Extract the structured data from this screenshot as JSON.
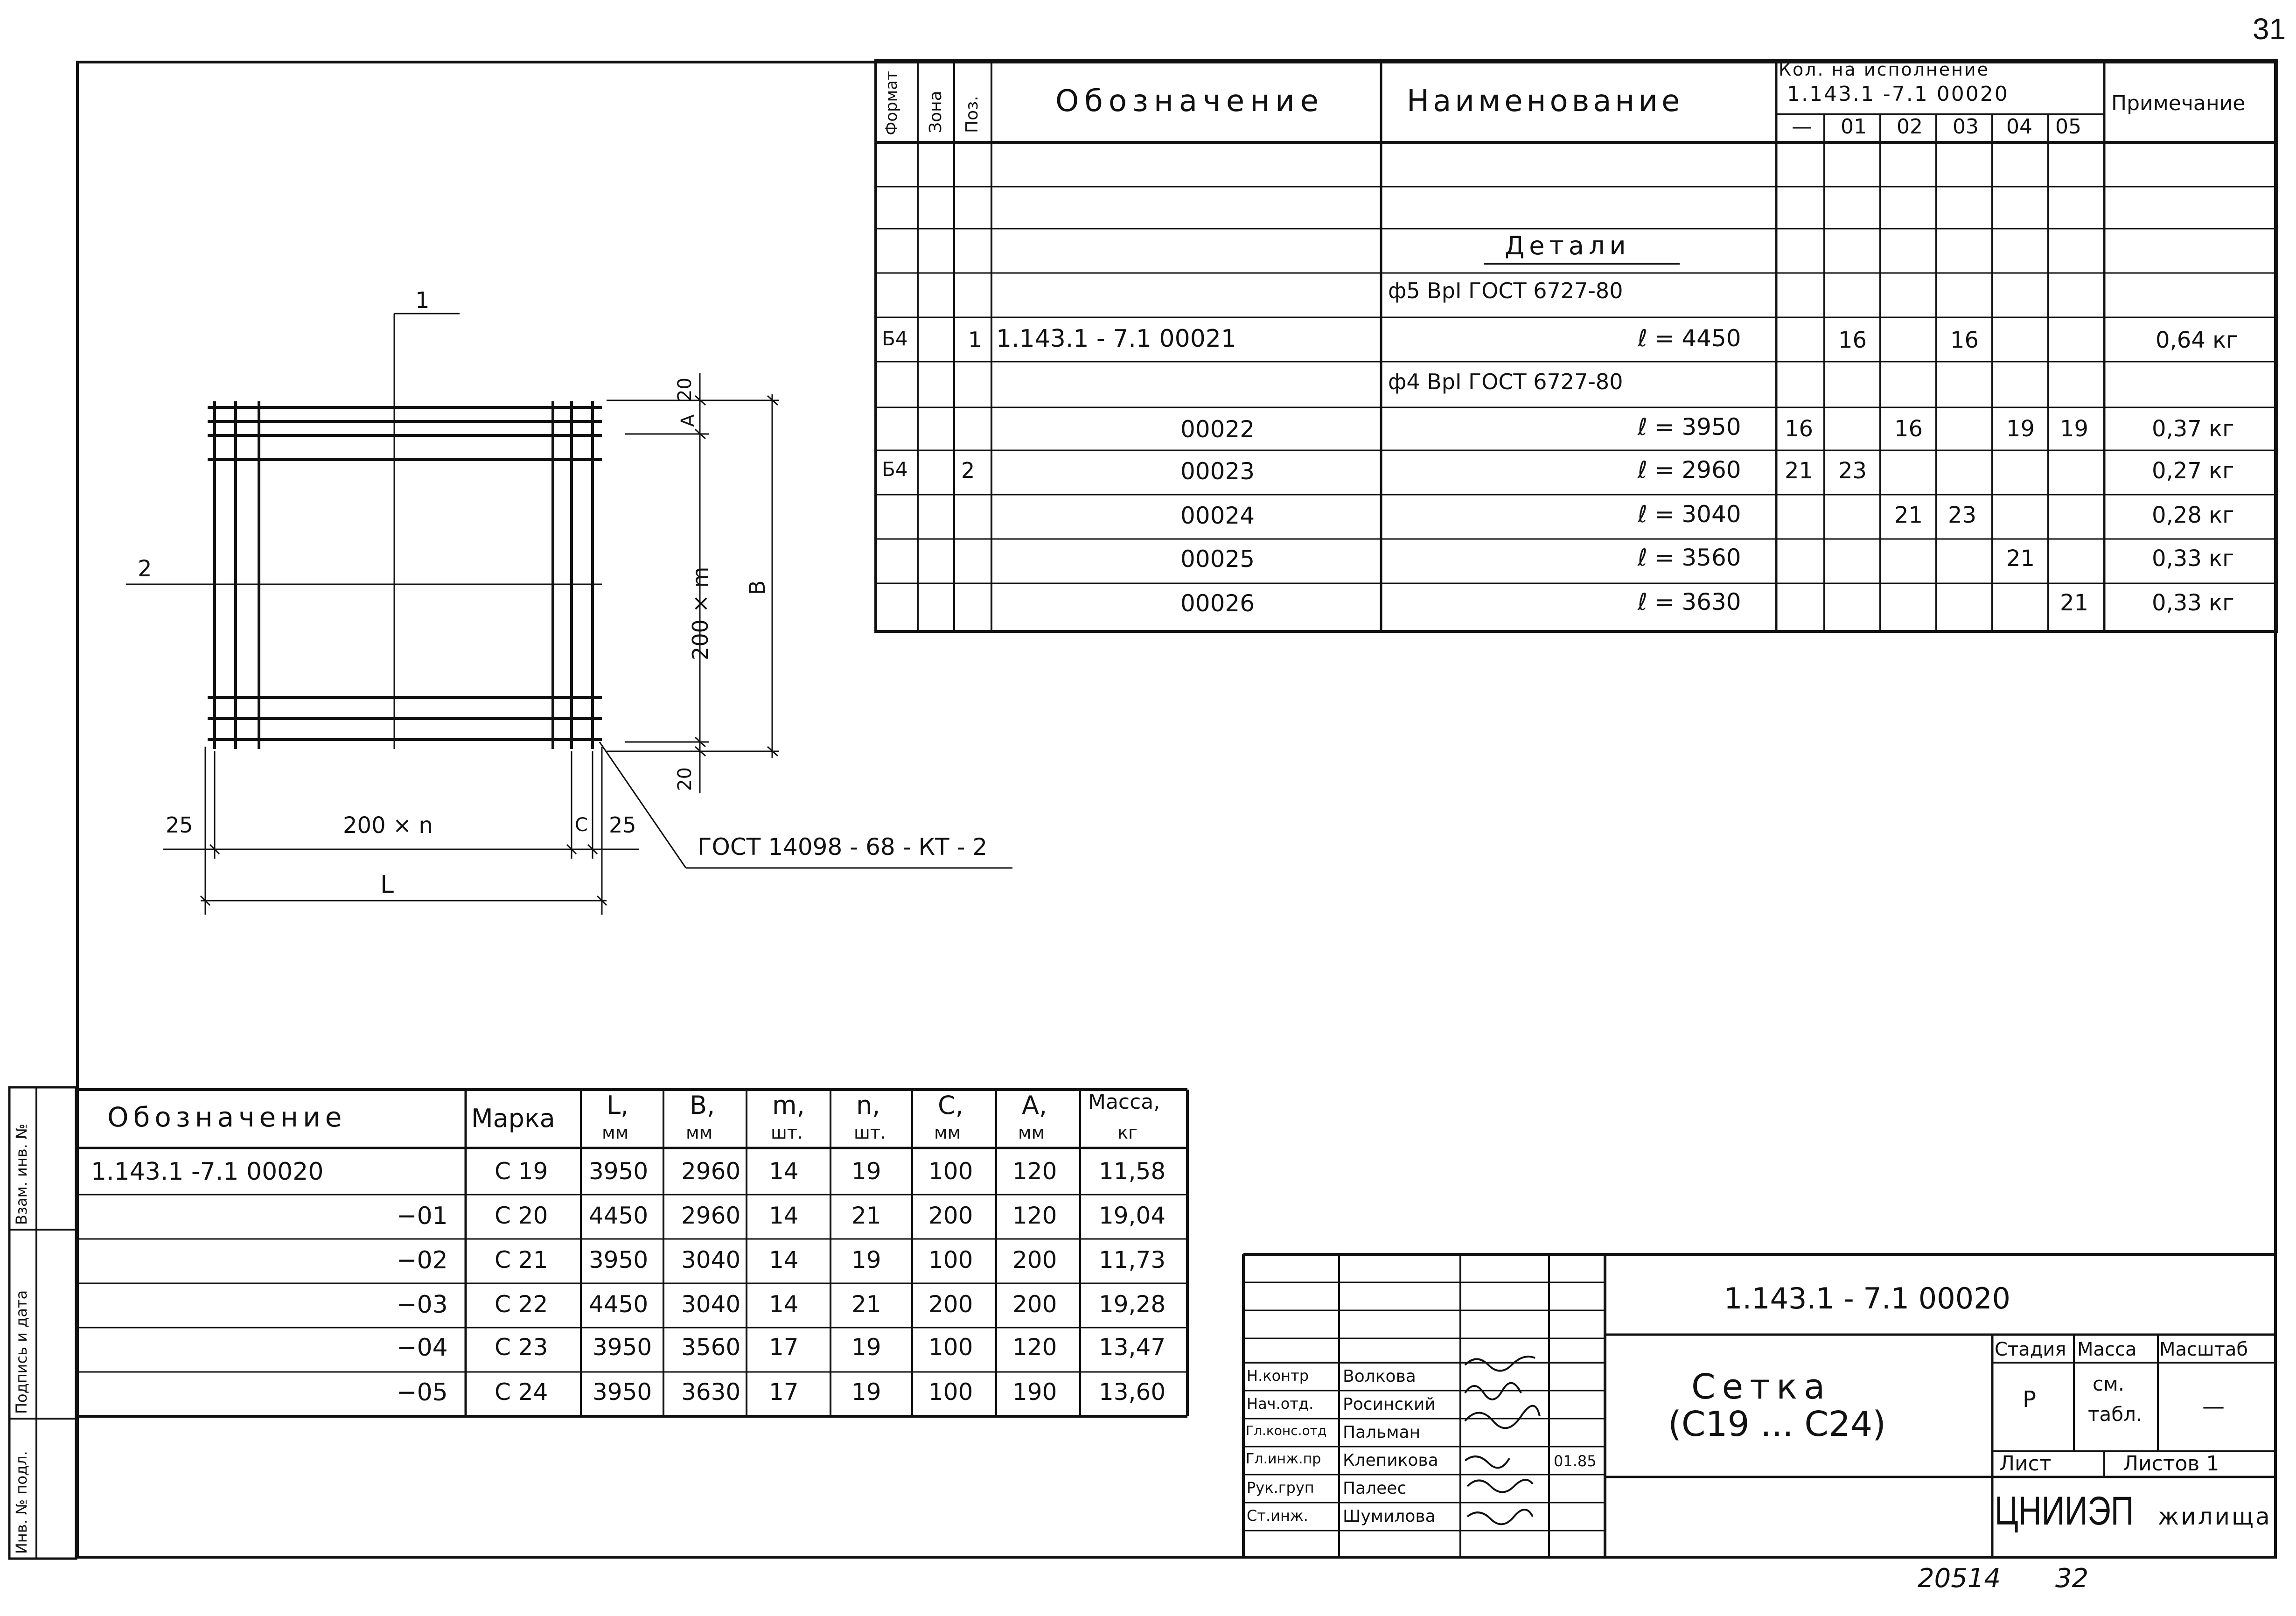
{
  "sheet_number": "31",
  "spec_table": {
    "headers": {
      "format": "Формат",
      "zone": "Зона",
      "pos": "Поз.",
      "designation": "Обозначение",
      "name": "Наименование",
      "qty_title_1": "Кол. на исполнение",
      "qty_title_2": "1.143.1 -7.1 00020",
      "note": "Примечание",
      "variants": [
        "—",
        "01",
        "02",
        "03",
        "04",
        "05"
      ]
    },
    "rows": [
      {
        "format": "",
        "pos": "",
        "designation": "",
        "name": "",
        "q": [
          "",
          "",
          "",
          "",
          "",
          ""
        ],
        "note": ""
      },
      {
        "format": "",
        "pos": "",
        "designation": "",
        "name": "",
        "q": [
          "",
          "",
          "",
          "",
          "",
          ""
        ],
        "note": ""
      },
      {
        "format": "",
        "pos": "",
        "designation": "",
        "name": "Детали",
        "q": [
          "",
          "",
          "",
          "",
          "",
          ""
        ],
        "note": ""
      },
      {
        "format": "",
        "pos": "",
        "designation": "",
        "name": "ф5 BpI ГОСТ 6727-80",
        "q": [
          "",
          "",
          "",
          "",
          "",
          ""
        ],
        "note": ""
      },
      {
        "format": "Б4",
        "pos": "1",
        "designation": "1.143.1 - 7.1 00021",
        "name": "ℓ = 4450",
        "q": [
          "",
          "16",
          "",
          "16",
          "",
          ""
        ],
        "note": "0,64 кг"
      },
      {
        "format": "",
        "pos": "",
        "designation": "",
        "name": "ф4 BpI ГОСТ 6727-80",
        "q": [
          "",
          "",
          "",
          "",
          "",
          ""
        ],
        "note": ""
      },
      {
        "format": "",
        "pos": "",
        "designation": "00022",
        "name": "ℓ = 3950",
        "q": [
          "16",
          "",
          "16",
          "",
          "19",
          "19"
        ],
        "note": "0,37 кг"
      },
      {
        "format": "Б4",
        "pos": "2",
        "designation": "00023",
        "name": "ℓ = 2960",
        "q": [
          "21",
          "23",
          "",
          "",
          "",
          ""
        ],
        "note": "0,27 кг"
      },
      {
        "format": "",
        "pos": "",
        "designation": "00024",
        "name": "ℓ = 3040",
        "q": [
          "",
          "",
          "21",
          "23",
          "",
          ""
        ],
        "note": "0,28 кг"
      },
      {
        "format": "",
        "pos": "",
        "designation": "00025",
        "name": "ℓ = 3560",
        "q": [
          "",
          "",
          "",
          "",
          "21",
          ""
        ],
        "note": "0,33 кг"
      },
      {
        "format": "",
        "pos": "",
        "designation": "00026",
        "name": "ℓ = 3630",
        "q": [
          "",
          "",
          "",
          "",
          "",
          "21"
        ],
        "note": "0,33 кг"
      }
    ]
  },
  "drawing": {
    "label_1": "1",
    "label_2": "2",
    "dim_20_top": "20",
    "dim_a": "A",
    "dim_200m": "200 × m",
    "dim_b": "B",
    "dim_20_bottom": "20",
    "dim_25_left": "25",
    "dim_200n": "200 × n",
    "dim_c": "C",
    "dim_25_right": "25",
    "dim_l": "L",
    "weld_note": "ГОСТ 14098 - 68 - КТ - 2"
  },
  "marks_table": {
    "headers": [
      {
        "main": "Обозначение",
        "unit": ""
      },
      {
        "main": "Марка",
        "unit": ""
      },
      {
        "main": "L,",
        "unit": "мм"
      },
      {
        "main": "B,",
        "unit": "мм"
      },
      {
        "main": "m,",
        "unit": "шт."
      },
      {
        "main": "n,",
        "unit": "шт."
      },
      {
        "main": "C,",
        "unit": "мм"
      },
      {
        "main": "A,",
        "unit": "мм"
      },
      {
        "main": "Масса,",
        "unit": "кг"
      }
    ],
    "rows": [
      [
        "1.143.1 -7.1 00020",
        "С 19",
        "3950",
        "2960",
        "14",
        "19",
        "100",
        "120",
        "11,58"
      ],
      [
        "−01",
        "С 20",
        "4450",
        "2960",
        "14",
        "21",
        "200",
        "120",
        "19,04"
      ],
      [
        "−02",
        "С 21",
        "3950",
        "3040",
        "14",
        "19",
        "100",
        "200",
        "11,73"
      ],
      [
        "−03",
        "С 22",
        "4450",
        "3040",
        "14",
        "21",
        "200",
        "200",
        "19,28"
      ],
      [
        "−04",
        "С 23",
        "3950",
        "3560",
        "17",
        "19",
        "100",
        "120",
        "13,47"
      ],
      [
        "−05",
        "С 24",
        "3950",
        "3630",
        "17",
        "19",
        "100",
        "190",
        "13,60"
      ]
    ]
  },
  "side_stamp": {
    "inv_podl": "Инв. № подл.",
    "podpis": "Подпись и дата",
    "vzam": "Взам. инв. №"
  },
  "title_block": {
    "doc_code": "1.143.1 - 7.1 00020",
    "title_line1": "Сетка",
    "title_line2": "(С19 ... С24)",
    "stage_label": "Стадия",
    "mass_label": "Масса",
    "scale_label": "Масштаб",
    "stage_value": "Р",
    "mass_value_1": "см.",
    "mass_value_2": "табл.",
    "scale_value": "—",
    "sheet_label": "Лист",
    "sheets_label": "Листов 1",
    "org_short": "ЦНИИЭП",
    "org_rest": "жилища",
    "signers": [
      {
        "role": "Н.контр",
        "name": "Волкова",
        "date": ""
      },
      {
        "role": "Нач.отд.",
        "name": "Росинский",
        "date": ""
      },
      {
        "role": "Гл.конс.отд",
        "name": "Пальман",
        "date": ""
      },
      {
        "role": "Гл.инж.пр",
        "name": "Клепикова",
        "date": "01.85"
      },
      {
        "role": "Рук.груп",
        "name": "Палеес",
        "date": ""
      },
      {
        "role": "Ст.инж.",
        "name": "Шумилова",
        "date": ""
      }
    ]
  },
  "footer_number": "20514",
  "footer_page": "32"
}
